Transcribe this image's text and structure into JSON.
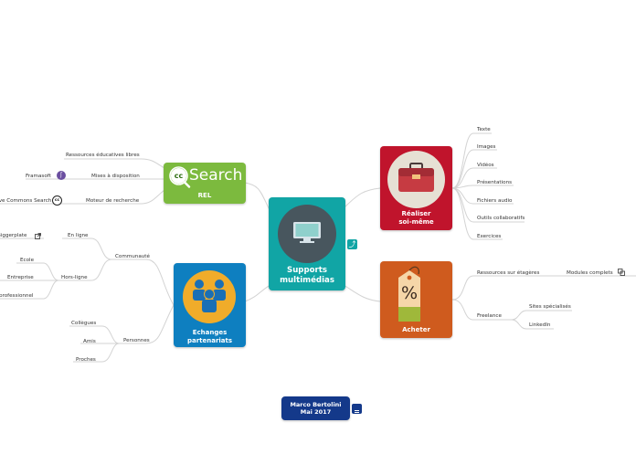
{
  "central": {
    "title": "Supports\nmultimédias",
    "color": "#11a5a5",
    "icon": "monitor-icon"
  },
  "branches": {
    "rel": {
      "title": "REL",
      "color": "#7cba3e",
      "logo_text": "Search",
      "logo_badge": "cc",
      "items": [
        "Ressources éducatives libres",
        "Mises à disposition",
        "Moteur de recherche"
      ],
      "leaves": {
        "framasoft": "Framasoft",
        "cc_search": "Creative Commons Search"
      }
    },
    "echanges": {
      "title": "Echanges\npartenariats",
      "color": "#0e7fc0",
      "icon": "people-icon",
      "communaute": {
        "label": "Communauté",
        "en_ligne": {
          "label": "En ligne",
          "leaf": "Biggerplate"
        },
        "hors_ligne": {
          "label": "Hors-ligne",
          "leaves": [
            "Ecole",
            "Entreprise",
            "professionnel"
          ]
        }
      },
      "personnes": {
        "label": "Personnes",
        "leaves": [
          "Collègues",
          "Amis",
          "Proches"
        ]
      }
    },
    "realiser": {
      "title": "Réaliser\nsoi-même",
      "color": "#c0142c",
      "icon": "toolbox-icon",
      "items": [
        "Texte",
        "Images",
        "Vidéos",
        "Présentations",
        "Fichiers audio",
        "Outils collaboratifs",
        "Exercices"
      ]
    },
    "acheter": {
      "title": "Acheter",
      "color": "#cf5b1e",
      "icon": "price-tag-icon",
      "tag_symbol": "%",
      "shelves": {
        "label": "Ressources sur étagères",
        "leaf": "Modules complets"
      },
      "freelance": {
        "label": "Freelance",
        "leaves": [
          "Sites spécialisés",
          "LinkedIn"
        ]
      }
    }
  },
  "author_box": {
    "text": "Marco Bertolini\nMai 2017",
    "color": "#14398a"
  }
}
